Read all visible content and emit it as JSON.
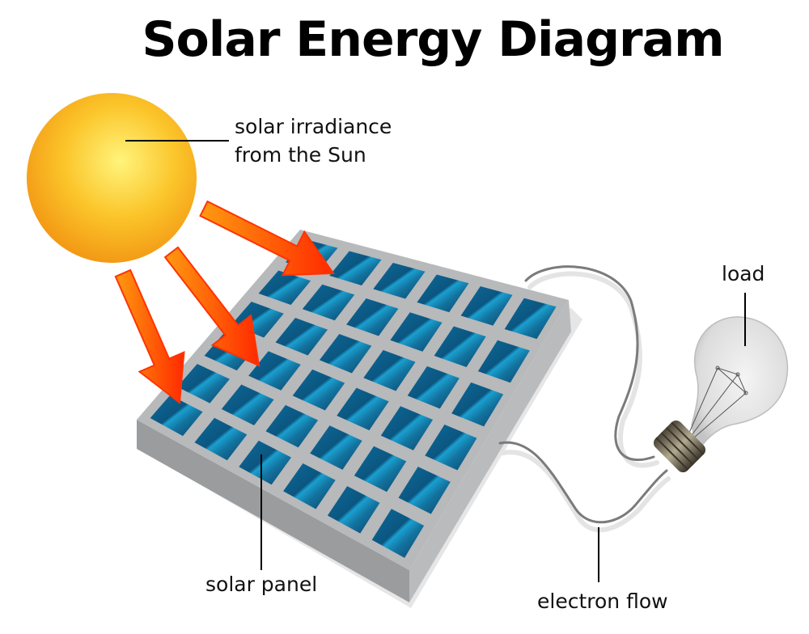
{
  "title": "Solar Energy Diagram",
  "labels": {
    "sun_line1": "solar irradiance",
    "sun_line2": "from the Sun",
    "load": "load",
    "panel": "solar panel",
    "electron": "electron flow"
  },
  "panel": {
    "rows": 6,
    "cols": 6
  },
  "colors": {
    "sun_inner": "#fff27a",
    "sun_outer": "#f7a21b",
    "arrow_fill": "#ff6a00",
    "arrow_tip": "#ff2a00",
    "cell_dark": "#0b4f7a",
    "cell_light": "#1aa0d0",
    "frame": "#b7b9bb"
  }
}
